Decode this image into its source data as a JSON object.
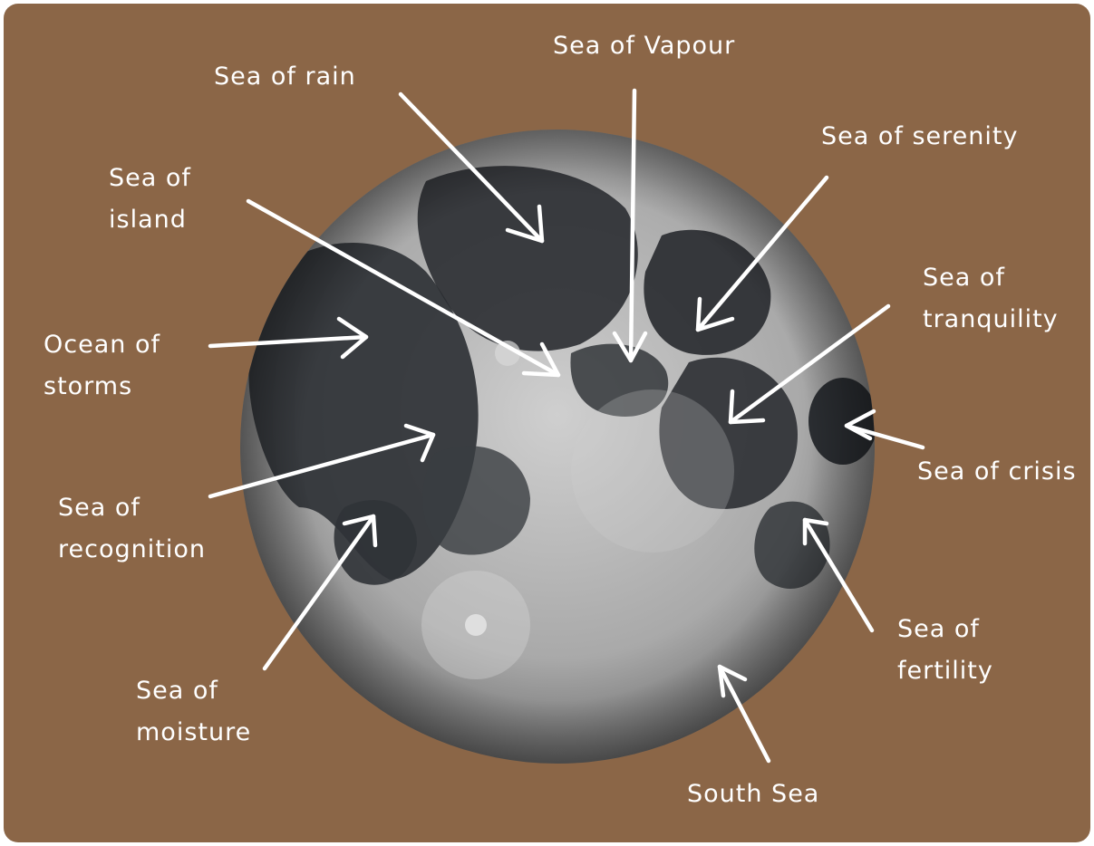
{
  "colors": {
    "background": "#8B6647",
    "moon_light": "#bdbdbd",
    "moon_mare": "#2d2f33",
    "label_text": "#ffffff"
  },
  "labels": {
    "sea_of_vapour": "Sea of Vapour",
    "sea_of_rain": "Sea of rain",
    "sea_of_serenity": "Sea of serenity",
    "sea_of_island_line1": "Sea of",
    "sea_of_island_line2": "island",
    "sea_of_tranquility_line1": "Sea of",
    "sea_of_tranquility_line2": "tranquility",
    "ocean_of_storms_line1": "Ocean of",
    "ocean_of_storms_line2": "storms",
    "sea_of_crisis": "Sea of crisis",
    "sea_of_recognition_line1": "Sea of",
    "sea_of_recognition_line2": "recognition",
    "sea_of_fertility_line1": "Sea of",
    "sea_of_fertility_line2": "fertility",
    "sea_of_moisture_line1": "Sea of",
    "sea_of_moisture_line2": "moisture",
    "south_sea": "South Sea"
  }
}
